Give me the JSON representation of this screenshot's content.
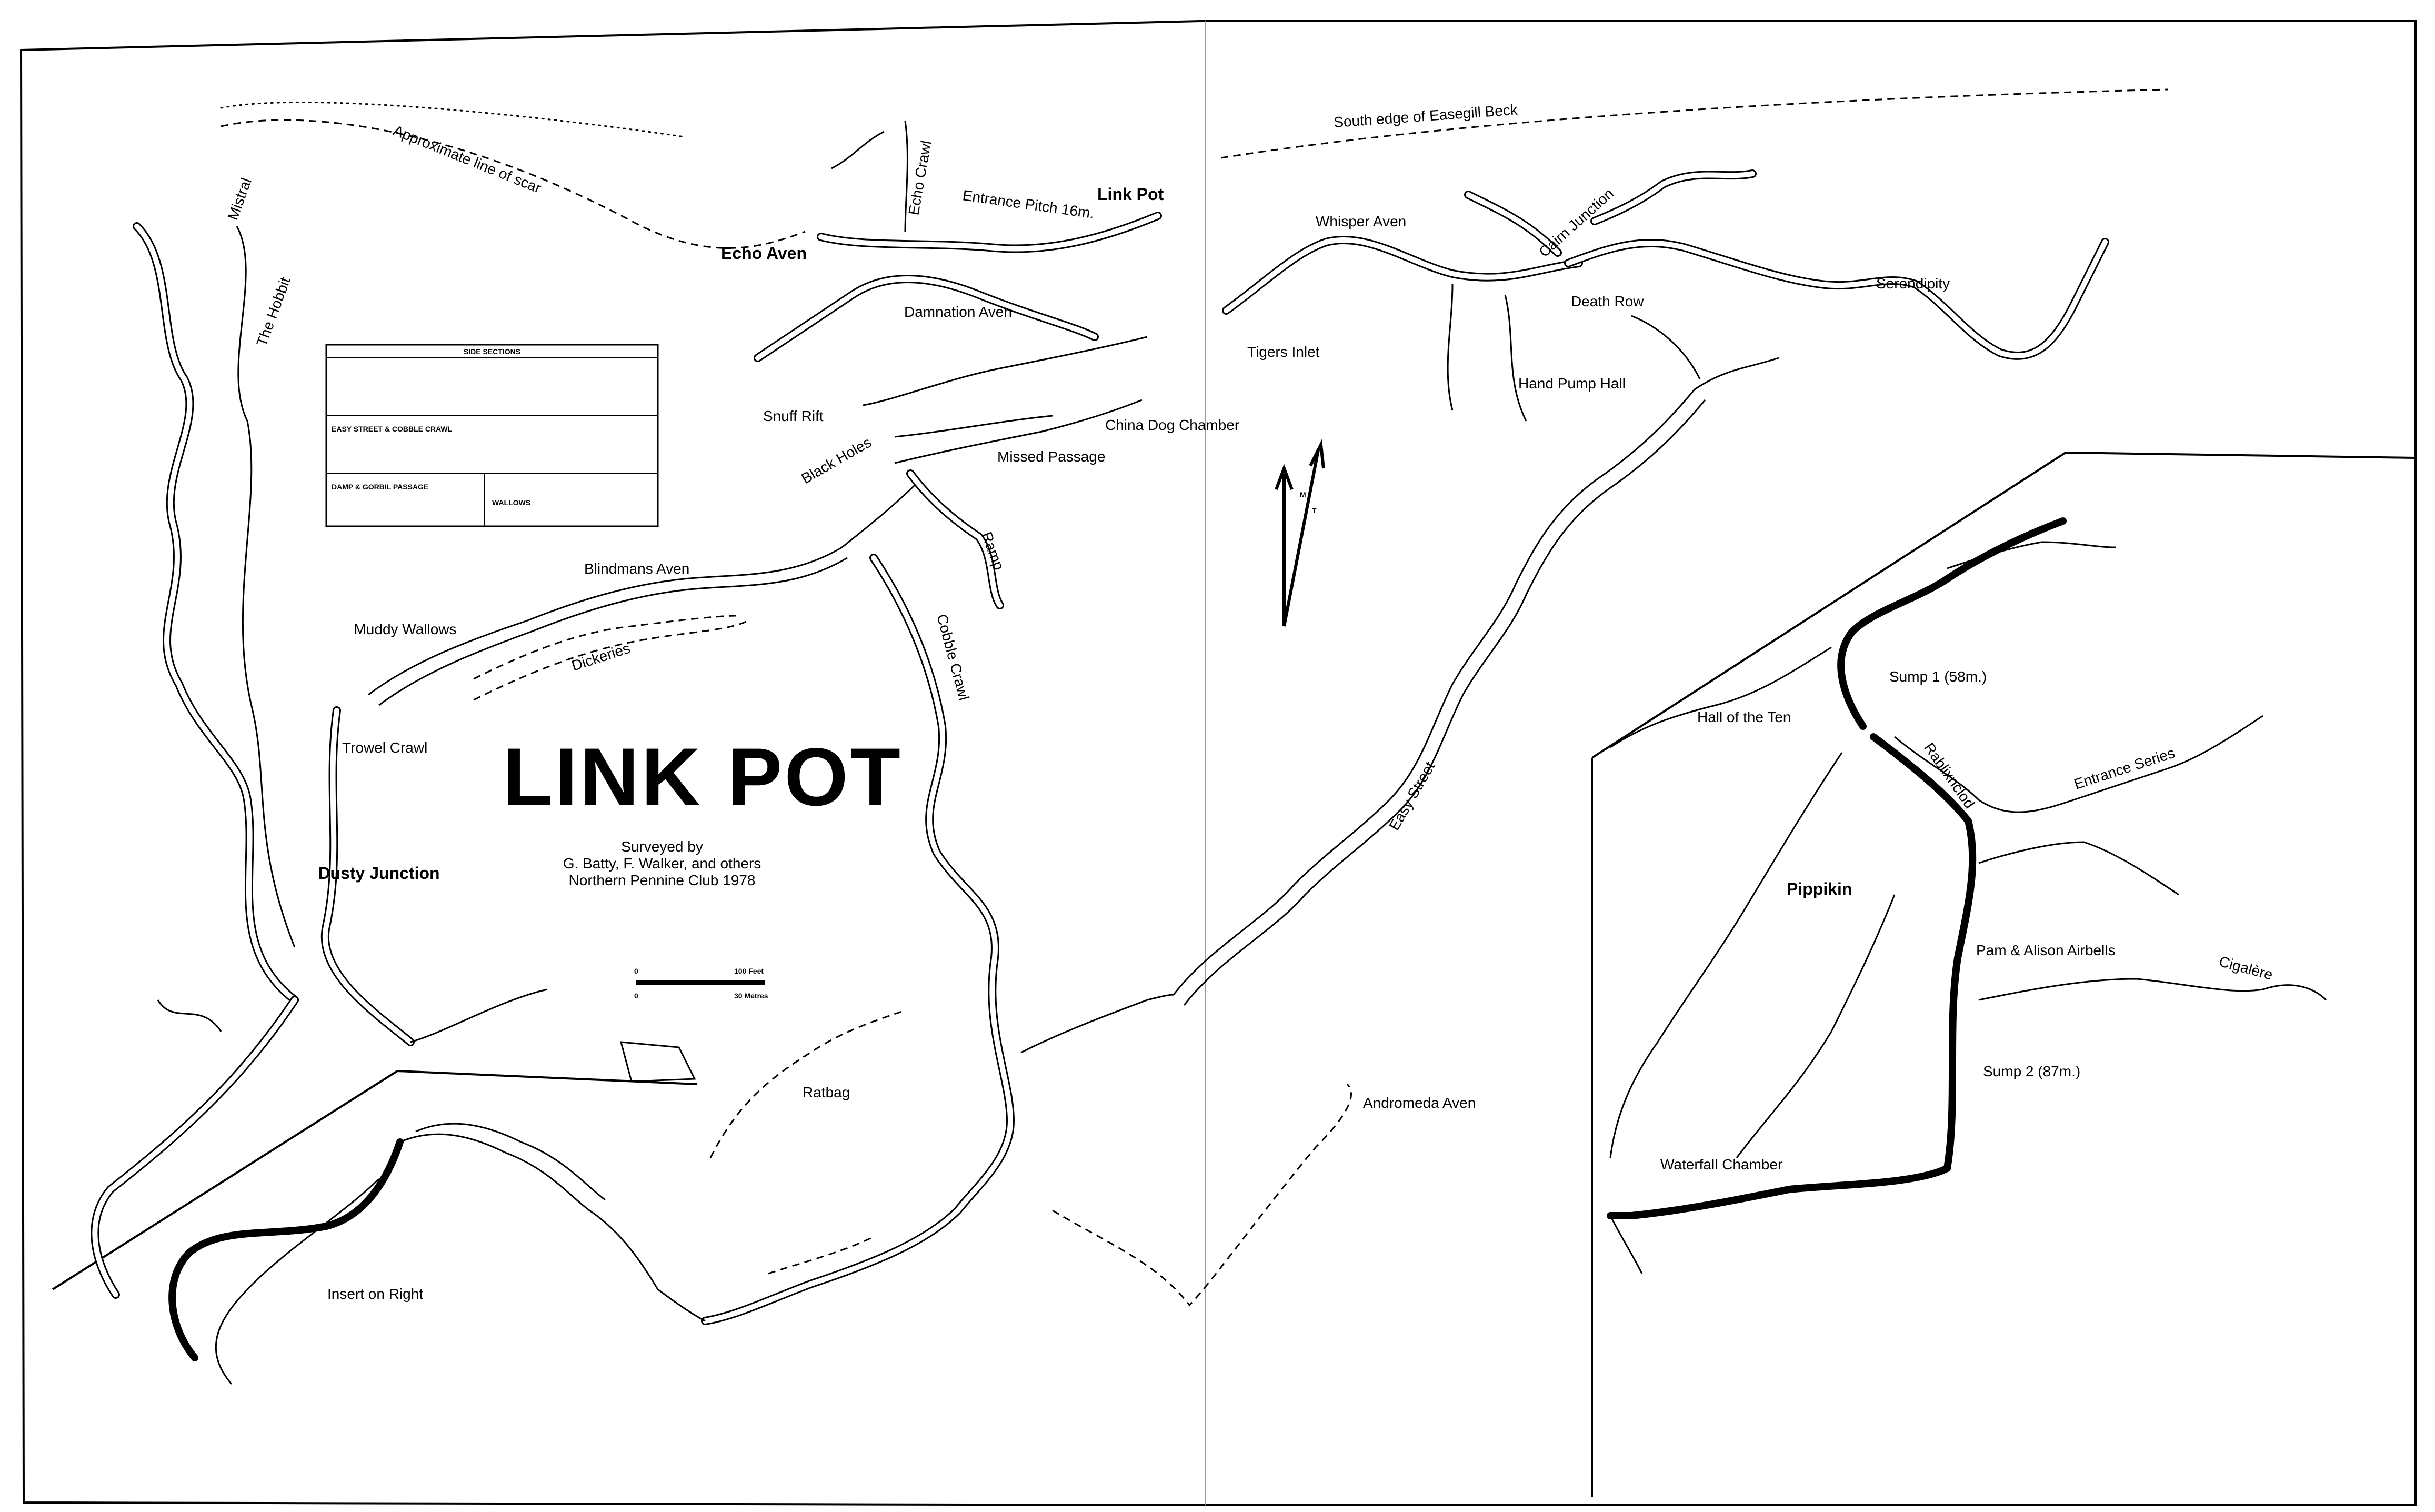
{
  "title": "LINK POT",
  "credits": {
    "line1": "Surveyed by",
    "line2": "G. Batty, F. Walker, and others",
    "line3": "Northern Pennine Club 1978"
  },
  "scale": {
    "zero_top": "0",
    "zero_bottom": "0",
    "feet": "100 Feet",
    "metres": "30 Metres"
  },
  "sections_legend": {
    "header": "SIDE SECTIONS",
    "row2_label": "EASY STREET & COBBLE CRAWL",
    "row3_label": "DAMP & GORBIL PASSAGE",
    "row3_right": "WALLOWS"
  },
  "labels": {
    "mistral": "Mistral",
    "the_hobbit": "The Hobbit",
    "approx_scar": "Approximate line of scar",
    "echo_crawl": "Echo Crawl",
    "entrance_pitch": "Entrance Pitch 16m.",
    "link_pot": "Link Pot",
    "echo_aven": "Echo Aven",
    "damnation_aven": "Damnation Aven",
    "south_edge": "South edge of Easegill Beck",
    "whisper_aven": "Whisper Aven",
    "cairn_junction": "Cairn Junction",
    "death_row": "Death Row",
    "serendipity": "Serendipity",
    "tigers_inlet": "Tigers Inlet",
    "hand_pump_hall": "Hand Pump Hall",
    "snuff_rift": "Snuff Rift",
    "china_dog": "China Dog Chamber",
    "black_holes": "Black Holes",
    "missed_passage": "Missed Passage",
    "ramp": "Ramp",
    "blindmans_aven": "Blindmans Aven",
    "muddy_wallows": "Muddy Wallows",
    "dickeries": "Dickeries",
    "cobble_crawl": "Cobble Crawl",
    "trowel_crawl": "Trowel Crawl",
    "dusty_junction": "Dusty Junction",
    "easy_street": "Easy Street",
    "ratbag": "Ratbag",
    "andromeda_aven": "Andromeda Aven",
    "insert_on_right": "Insert on Right"
  },
  "north_arrow": {
    "magnetic": "M",
    "true": "T"
  },
  "inset": {
    "sump1": "Sump 1 (58m.)",
    "hall_of_the_ten": "Hall of the Ten",
    "rablixnclod": "Rablixnclod",
    "entrance_series": "Entrance Series",
    "pippikin": "Pippikin",
    "pam_alison": "Pam & Alison Airbells",
    "cigalere": "Cigalère",
    "sump2": "Sump 2 (87m.)",
    "waterfall_chamber": "Waterfall Chamber"
  }
}
